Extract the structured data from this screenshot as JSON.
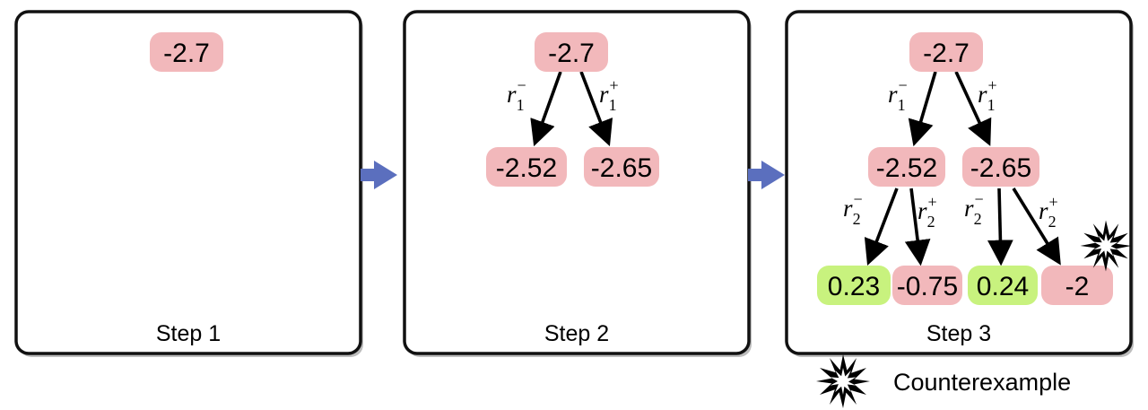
{
  "colors": {
    "negative_node": "#f2b8bb",
    "positive_node": "#c8f27e",
    "panel_border": "#111111",
    "panel_shadow": "#bdbdbd",
    "step_arrow": "#5b6fbe",
    "edge": "#000000"
  },
  "panels": [
    {
      "label": "Step 1",
      "nodes": [
        {
          "id": "root",
          "value": "-2.7",
          "sign": "negative"
        }
      ],
      "edges": []
    },
    {
      "label": "Step 2",
      "nodes": [
        {
          "id": "root",
          "value": "-2.7",
          "sign": "negative"
        },
        {
          "id": "l",
          "value": "-2.52",
          "sign": "negative"
        },
        {
          "id": "r",
          "value": "-2.65",
          "sign": "negative"
        }
      ],
      "edges": [
        {
          "from": "root",
          "to": "l",
          "label": "r",
          "sub": "1",
          "sup": "−"
        },
        {
          "from": "root",
          "to": "r",
          "label": "r",
          "sub": "1",
          "sup": "+"
        }
      ]
    },
    {
      "label": "Step 3",
      "nodes": [
        {
          "id": "root",
          "value": "-2.7",
          "sign": "negative"
        },
        {
          "id": "l",
          "value": "-2.52",
          "sign": "negative"
        },
        {
          "id": "r",
          "value": "-2.65",
          "sign": "negative"
        },
        {
          "id": "ll",
          "value": "0.23",
          "sign": "positive"
        },
        {
          "id": "lr",
          "value": "-0.75",
          "sign": "negative"
        },
        {
          "id": "rl",
          "value": "0.24",
          "sign": "positive"
        },
        {
          "id": "rr",
          "value": "-2",
          "sign": "negative",
          "counterexample": true
        }
      ],
      "edges": [
        {
          "from": "root",
          "to": "l",
          "label": "r",
          "sub": "1",
          "sup": "−"
        },
        {
          "from": "root",
          "to": "r",
          "label": "r",
          "sub": "1",
          "sup": "+"
        },
        {
          "from": "l",
          "to": "ll",
          "label": "r",
          "sub": "2",
          "sup": "−"
        },
        {
          "from": "l",
          "to": "lr",
          "label": "r",
          "sub": "2",
          "sup": "+"
        },
        {
          "from": "r",
          "to": "rl",
          "label": "r",
          "sub": "2",
          "sup": "−"
        },
        {
          "from": "r",
          "to": "rr",
          "label": "r",
          "sub": "2",
          "sup": "+"
        }
      ]
    }
  ],
  "legend": {
    "icon": "explosion-icon",
    "label": "Counterexample"
  }
}
